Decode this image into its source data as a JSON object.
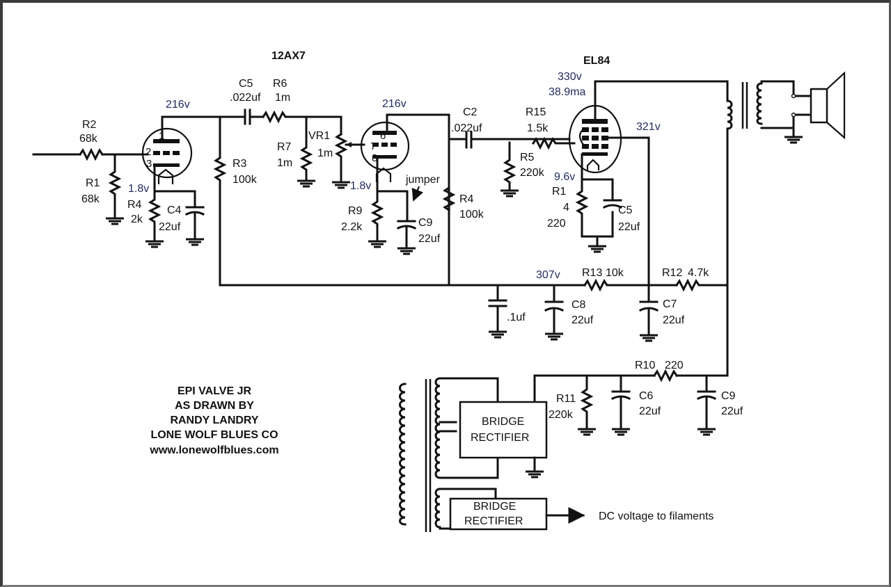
{
  "title_block": {
    "lines": [
      "EPI VALVE JR",
      "AS DRAWN BY",
      "RANDY LANDRY",
      "LONE WOLF BLUES CO",
      "www.lonewolfblues.com"
    ]
  },
  "tubes": {
    "preamp": {
      "name": "12AX7",
      "pins_a": [
        "1",
        "2",
        "3"
      ],
      "pins_b": [
        "6",
        "7",
        "8"
      ]
    },
    "power": {
      "name": "EL84"
    }
  },
  "voltages": {
    "v1_plate": "216v",
    "v1_cathode": "1.8v",
    "v2_plate": "216v",
    "v2_cathode": "1.8v",
    "el84_plate": "330v",
    "el84_current": "38.9ma",
    "el84_screen": "321v",
    "el84_cathode": "9.6v",
    "b_plus_node": "307v"
  },
  "components": {
    "R2": {
      "ref": "R2",
      "value": "68k"
    },
    "R1a": {
      "ref": "R1",
      "value": "68k"
    },
    "R4a": {
      "ref": "R4",
      "value": "2k"
    },
    "C4": {
      "ref": "C4",
      "value": "22uf"
    },
    "R3": {
      "ref": "R3",
      "value": "100k"
    },
    "C5a": {
      "ref": "C5",
      "value": ".022uf"
    },
    "R6": {
      "ref": "R6",
      "value": "1m"
    },
    "R7": {
      "ref": "R7",
      "value": "1m"
    },
    "VR1": {
      "ref": "VR1",
      "value": "1m"
    },
    "R9": {
      "ref": "R9",
      "value": "2.2k"
    },
    "C9a": {
      "ref": "C9",
      "value": "22uf"
    },
    "jumper": "jumper",
    "R4b": {
      "ref": "R4",
      "value": "100k"
    },
    "C2": {
      "ref": "C2",
      "value": ".022uf"
    },
    "R15": {
      "ref": "R15",
      "value": "1.5k"
    },
    "R5": {
      "ref": "R5",
      "value": "220k"
    },
    "R14": {
      "ref": "R1",
      "ref2": "4",
      "value": "220"
    },
    "C5b": {
      "ref": "C5",
      "value": "22uf"
    },
    "C_01": {
      "value": ".1uf"
    },
    "C8": {
      "ref": "C8",
      "value": "22uf"
    },
    "R13": {
      "ref": "R13",
      "value": "10k"
    },
    "C7": {
      "ref": "C7",
      "value": "22uf"
    },
    "R12": {
      "ref": "R12",
      "value": "4.7k"
    },
    "R10": {
      "ref": "R10",
      "value": "220"
    },
    "R11": {
      "ref": "R11",
      "value": "220k"
    },
    "C6": {
      "ref": "C6",
      "value": "22uf"
    },
    "C9b": {
      "ref": "C9",
      "value": "22uf"
    }
  },
  "power_supply": {
    "rectifier1": [
      "BRIDGE",
      "RECTIFIER"
    ],
    "rectifier2": [
      "BRIDGE",
      "RECTIFIER"
    ],
    "filament_note": "DC voltage to filaments"
  }
}
